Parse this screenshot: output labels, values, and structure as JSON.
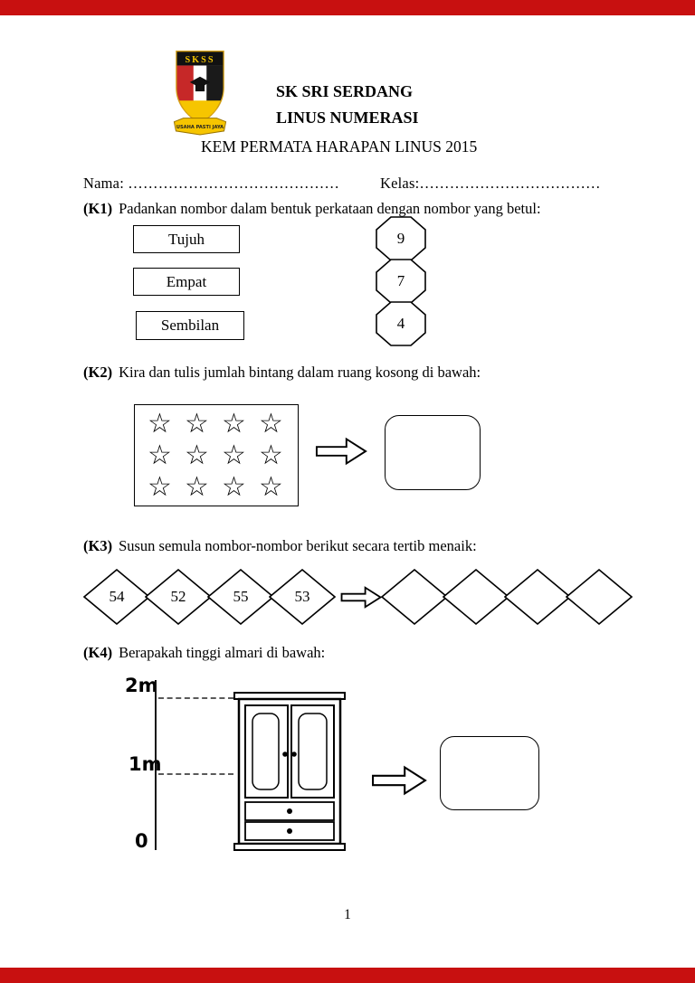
{
  "colors": {
    "bar": "#c81010",
    "ink": "#000000"
  },
  "header": {
    "school": "SK SRI SERDANG",
    "program": "LINUS NUMERASI",
    "event": "KEM PERMATA HARAPAN LINUS 2015",
    "logo": {
      "acronym": "SKSS",
      "motto": "USAHA PASTI JAYA"
    }
  },
  "fields": {
    "name": "Nama: ……………………………………",
    "class": "Kelas:………………………………"
  },
  "k1": {
    "code": "(K1)",
    "prompt": "Padankan nombor dalam bentuk perkataan dengan nombor yang betul:",
    "words": [
      "Tujuh",
      "Empat",
      "Sembilan"
    ],
    "numbers": [
      "9",
      "7",
      "4"
    ]
  },
  "k2": {
    "code": "(K2)",
    "prompt": "Kira dan tulis jumlah bintang dalam ruang kosong di bawah:",
    "star": "☆",
    "star_count": 12
  },
  "k3": {
    "code": "(K3)",
    "prompt": "Susun semula nombor-nombor berikut secara tertib menaik:",
    "numbers": [
      "54",
      "52",
      "55",
      "53"
    ],
    "empty_count": 4
  },
  "k4": {
    "code": "(K4)",
    "prompt": "Berapakah tinggi almari di bawah:",
    "scale": [
      "2m",
      "1m",
      "0"
    ]
  },
  "footer": {
    "page_number": "1"
  }
}
